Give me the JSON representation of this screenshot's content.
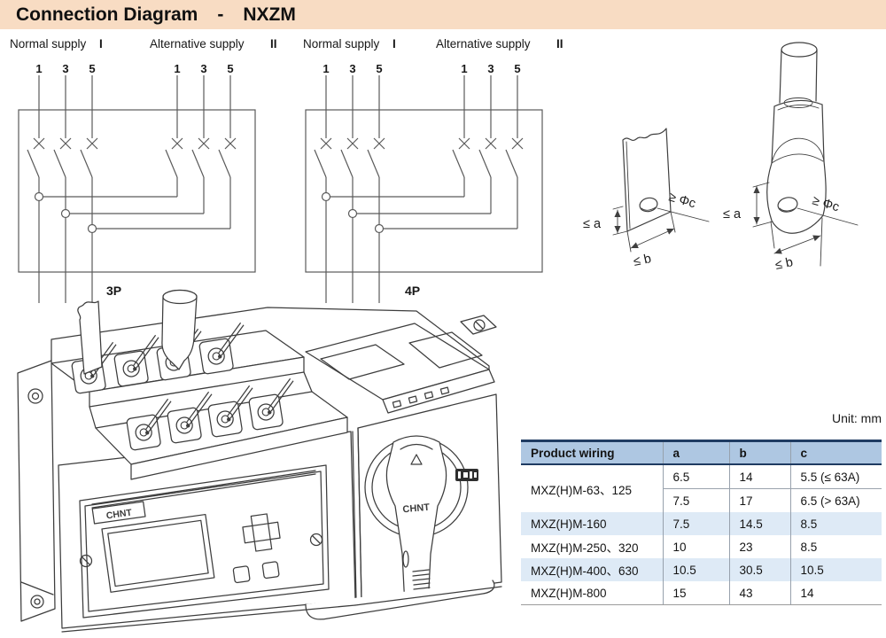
{
  "title": {
    "text": "Connection Diagram",
    "separator": "-",
    "product": "NXZM"
  },
  "diagrams": {
    "p3": {
      "normal_label": "Normal supply",
      "normal_numeral": "I",
      "alt_label": "Alternative supply",
      "alt_numeral": "II",
      "normal_terminals": [
        "1",
        "3",
        "5"
      ],
      "alt_terminals": [
        "1",
        "3",
        "5"
      ],
      "pole_label": "3P"
    },
    "p4": {
      "normal_label": "Normal supply",
      "normal_numeral": "I",
      "alt_label": "Alternative supply",
      "alt_numeral": "II",
      "normal_terminals": [
        "1",
        "3",
        "5"
      ],
      "alt_terminals": [
        "1",
        "3",
        "5"
      ],
      "pole_label": "4P"
    }
  },
  "terminal_drawings": {
    "flat_busbar": {
      "dim_a": "≤ a",
      "dim_b": "≤ b",
      "dim_hole": "≥ Φc"
    },
    "cable_lug": {
      "dim_a": "≤ a",
      "dim_b": "≤ b",
      "dim_hole": "≥ Φc"
    }
  },
  "device": {
    "panel_logo": "CHNT",
    "handle_logo": "CHNT"
  },
  "table": {
    "unit_note": "Unit: mm",
    "headers": [
      "Product wiring",
      "a",
      "b",
      "c"
    ],
    "rows": [
      {
        "product": "MXZ(H)M-63、125",
        "a": "6.5",
        "b": "14",
        "c": "5.5 (≤ 63A)"
      },
      {
        "a": "7.5",
        "b": "17",
        "c": "6.5 (> 63A)"
      },
      {
        "product": "MXZ(H)M-160",
        "a": "7.5",
        "b": "14.5",
        "c": "8.5"
      },
      {
        "product": "MXZ(H)M-250、320",
        "a": "10",
        "b": "23",
        "c": "8.5"
      },
      {
        "product": "MXZ(H)M-400、630",
        "a": "10.5",
        "b": "30.5",
        "c": "10.5"
      },
      {
        "product": "MXZ(H)M-800",
        "a": "15",
        "b": "43",
        "c": "14"
      }
    ]
  },
  "colors": {
    "titlebar_bg": "#F8DCC3",
    "table_header_bg": "#AEC7E2",
    "table_stripe_bg": "#DEEAF6",
    "table_dark_border": "#1F3B62",
    "line": "#5a5a5a",
    "ink": "#171717"
  }
}
